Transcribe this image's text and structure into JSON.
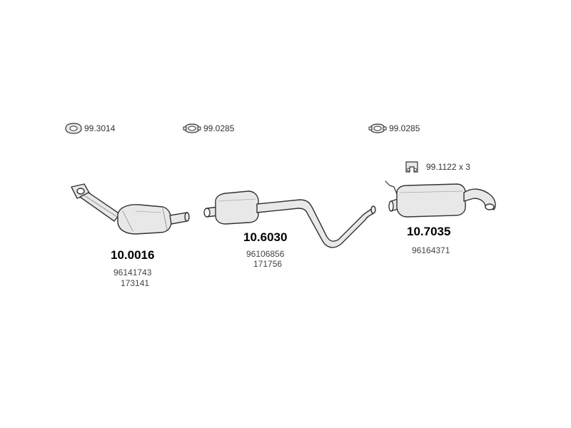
{
  "colors": {
    "outline": "#333333",
    "fill": "#e8e8e8",
    "shade": "#bcbcbc"
  },
  "accessories": [
    {
      "label": "99.3014",
      "icon": "gasket-ring-icon"
    },
    {
      "label": "99.0285",
      "icon": "pipe-clamp-icon"
    },
    {
      "label": "99.0285",
      "icon": "pipe-clamp-icon"
    },
    {
      "label": "99.1122 x 3",
      "icon": "rubber-hanger-icon"
    }
  ],
  "parts": [
    {
      "code": "10.0016",
      "refs": [
        "96141743",
        "173141"
      ],
      "type": "catalytic-converter"
    },
    {
      "code": "10.6030",
      "refs": [
        "96106856",
        "171756"
      ],
      "type": "middle-silencer"
    },
    {
      "code": "10.7035",
      "refs": [
        "96164371"
      ],
      "type": "rear-silencer"
    }
  ]
}
